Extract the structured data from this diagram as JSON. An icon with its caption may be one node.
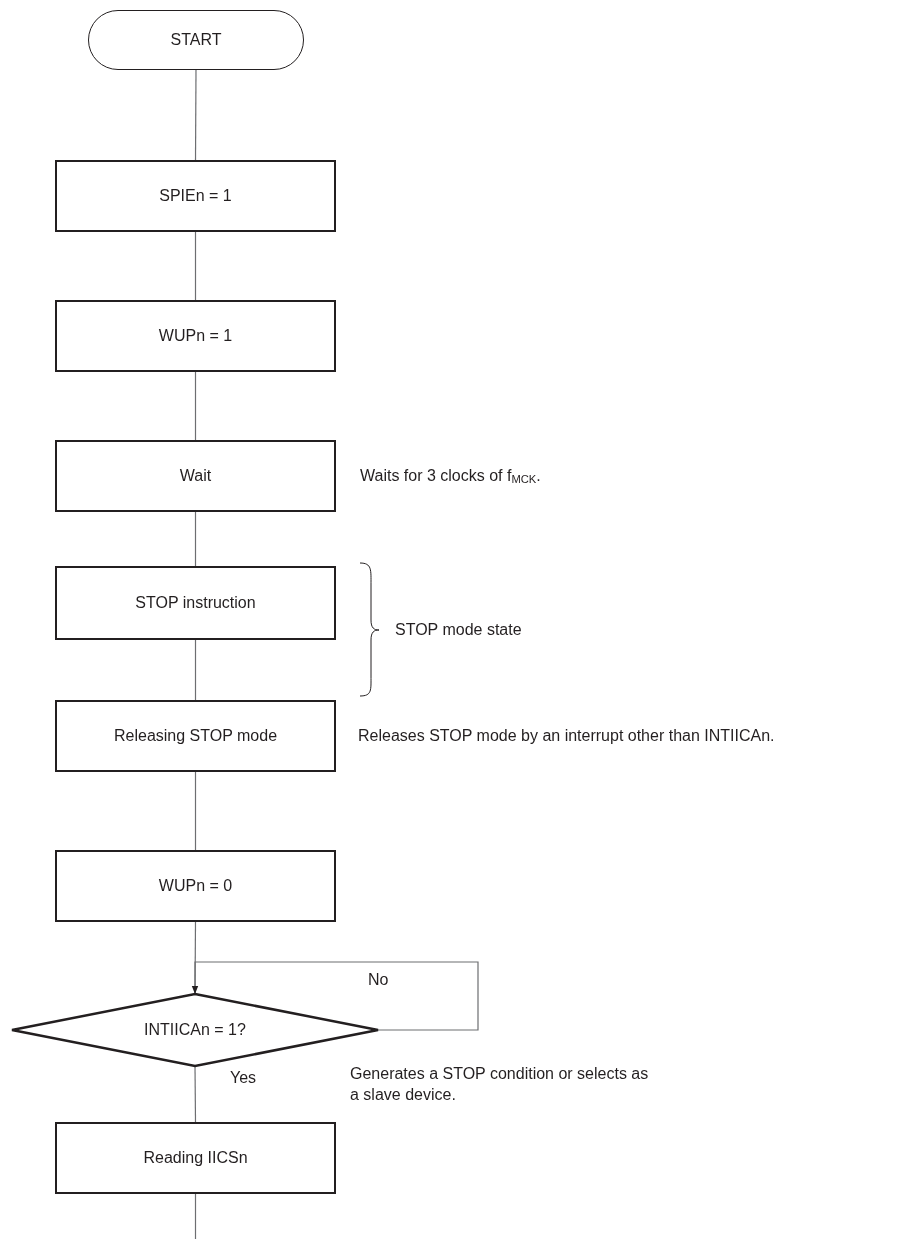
{
  "diagram": {
    "nodes": [
      {
        "text": [
          "START"
        ]
      },
      {
        "text": [
          "SPIEn = 1"
        ]
      },
      {
        "text": [
          "WUPn = 1"
        ]
      },
      {
        "text": [
          "Wait"
        ],
        "beside": [
          "Waits for 3 clocks of f$_{MCK}$."
        ]
      },
      {
        "text": [
          "STOP instruction"
        ]
      },
      {
        "text": [
          "Releasing STOP mode"
        ],
        "beside": [
          "Releases STOP mode by an interrupt other than INTIICAn."
        ]
      },
      {
        "text": [
          "WUPn = 0"
        ]
      },
      {
        "text": [
          "INTIICAn = 1?"
        ]
      },
      {
        "text": [
          "Reading IICSn"
        ]
      }
    ],
    "edges": [
      {
        "from": 0,
        "to": 1,
        "arrow": "none"
      },
      {
        "from": 1,
        "to": 2,
        "arrow": "none"
      },
      {
        "from": 2,
        "to": 3,
        "arrow": "none"
      },
      {
        "from": 3,
        "to": 4,
        "arrow": "none"
      },
      {
        "from": 4,
        "to": 5,
        "arrow": "none"
      },
      {
        "from": 5,
        "to": 6,
        "arrow": "none"
      },
      {
        "from": 6,
        "to": 7,
        "arrow": "none"
      },
      {
        "from": 7,
        "to": 7,
        "arrow": "to",
        "label": "No"
      },
      {
        "from": 7,
        "to": 8,
        "arrow": "none",
        "label": "Yes"
      },
      {
        "from": 8,
        "to": null,
        "arrow": "none"
      }
    ],
    "labels": [
      "STOP mode state",
      "Generates a STOP condition or selects as a slave device."
    ]
  }
}
